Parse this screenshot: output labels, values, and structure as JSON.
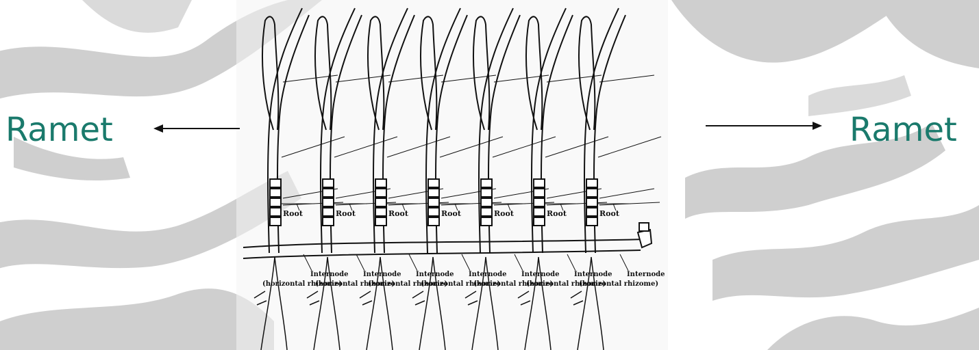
{
  "labels": {
    "left": "Ramet",
    "right": "Ramet"
  },
  "diagram": {
    "root_label": "Root",
    "internode_label": "Internode",
    "internode_sub": "(horizontal rhizome)"
  },
  "colors": {
    "accent_text": "#1a7a6c",
    "background_shape": "#c8c8c8",
    "line": "#111111"
  }
}
